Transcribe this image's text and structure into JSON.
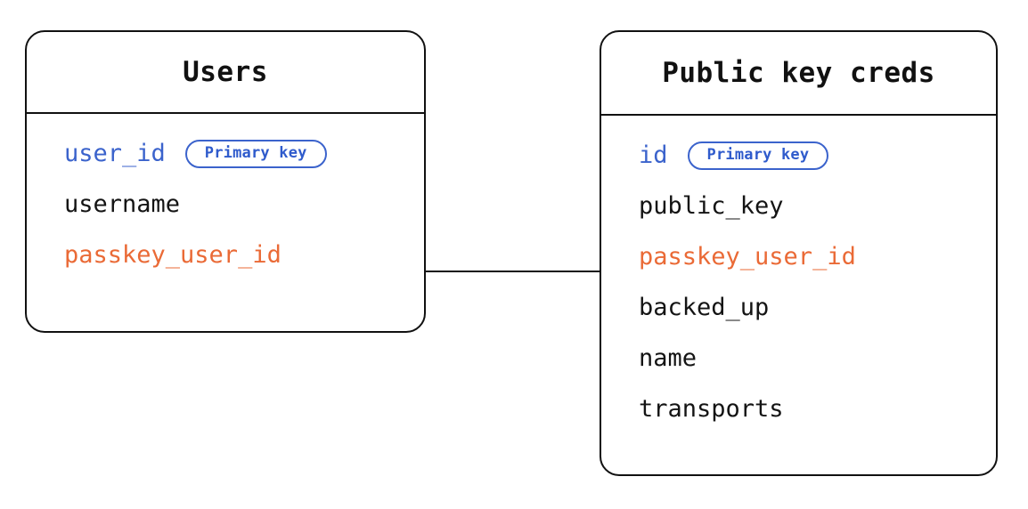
{
  "diagram": {
    "type": "entity-relationship-diagram",
    "background_color": "#ffffff",
    "colors": {
      "primary_key": "#3B63CC",
      "foreign_key": "#EA6A36",
      "text": "#141414",
      "border": "#111111",
      "badge_border": "#3B63CC",
      "badge_text": "#2F5BCC"
    },
    "badge_labels": {
      "primary_key": "Primary key"
    },
    "entities": [
      {
        "id": "users",
        "title": "Users",
        "fields": [
          {
            "name": "user_id",
            "role": "primary_key",
            "badge": "Primary key"
          },
          {
            "name": "username",
            "role": "plain",
            "badge": null
          },
          {
            "name": "passkey_user_id",
            "role": "foreign_key",
            "badge": null
          }
        ]
      },
      {
        "id": "public-key-creds",
        "title": "Public key creds",
        "fields": [
          {
            "name": "id",
            "role": "primary_key",
            "badge": "Primary key"
          },
          {
            "name": "public_key",
            "role": "plain",
            "badge": null
          },
          {
            "name": "passkey_user_id",
            "role": "foreign_key",
            "badge": null
          },
          {
            "name": "backed_up",
            "role": "plain",
            "badge": null
          },
          {
            "name": "name",
            "role": "plain",
            "badge": null
          },
          {
            "name": "transports",
            "role": "plain",
            "badge": null
          }
        ]
      }
    ],
    "relationships": [
      {
        "id": "users-creds",
        "from_entity": "users",
        "from_field": "passkey_user_id",
        "to_entity": "public-key-creds",
        "to_field": "passkey_user_id",
        "style": "solid-line"
      }
    ]
  }
}
